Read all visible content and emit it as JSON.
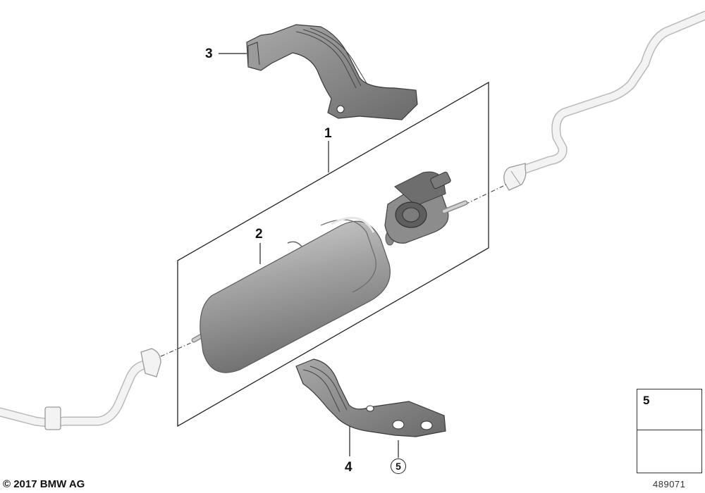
{
  "callouts": {
    "c1": "1",
    "c2": "2",
    "c3": "3",
    "c4": "4",
    "c5": "5"
  },
  "inset": {
    "label": "5"
  },
  "footer": {
    "copyright": "© 2017 BMW AG",
    "doc_number": "489071"
  },
  "colors": {
    "part_gray": "#8c8c8c",
    "part_dark": "#5e5e5e",
    "part_light": "#bdbdbd",
    "line": "#222222",
    "pipe_fill": "#f2f2f2",
    "pipe_edge": "#b8b8b8"
  }
}
